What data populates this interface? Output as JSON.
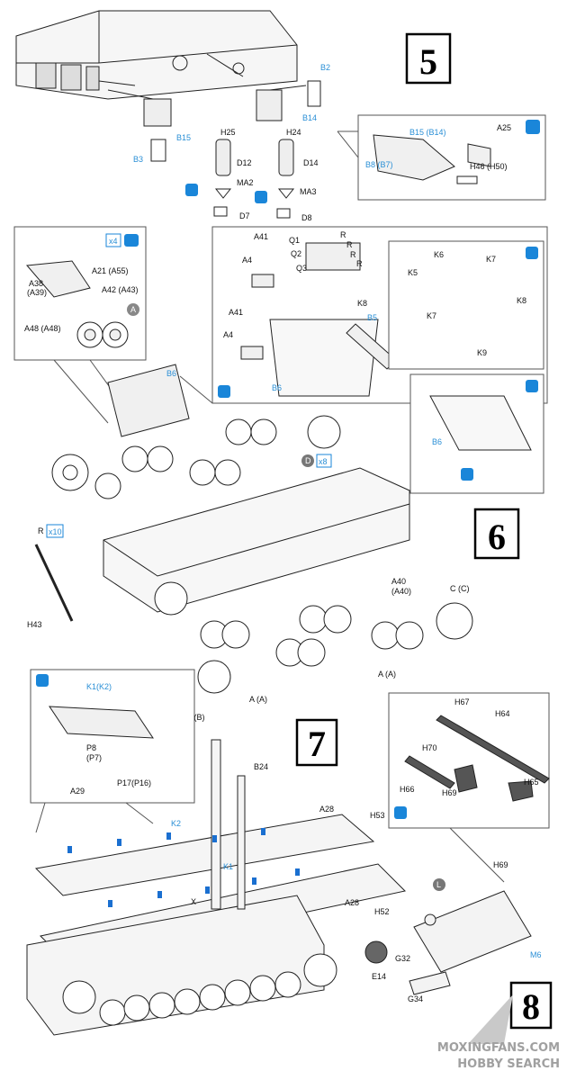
{
  "steps": {
    "s5": "5",
    "s6": "6",
    "s7": "7",
    "s8": "8"
  },
  "step5": {
    "parts": [
      "B2",
      "B14",
      "B15",
      "B3",
      "H25",
      "H24",
      "D12",
      "D14",
      "MA2",
      "MA3",
      "D7",
      "D8"
    ],
    "inset": {
      "b15b14": "B15 (B14)",
      "a25": "A25",
      "b8b7": "B8 (B7)",
      "h46h50": "H46 (H50)"
    }
  },
  "step6": {
    "left_inset": {
      "x4": "x4",
      "a21": "A21 (A55)",
      "a38": "A38",
      "a39": "(A39)",
      "a42": "A42 (A43)",
      "a48": "A48 (A48)",
      "a": "A"
    },
    "center_inset": {
      "a41a": "A41",
      "a4a": "A4",
      "q1": "Q1",
      "q2": "Q2",
      "q3": "Q3",
      "r1": "R",
      "r2": "R",
      "r3": "R",
      "r4": "R",
      "k8": "K8",
      "b5": "B5",
      "a41b": "A41",
      "a4b": "A4",
      "b6": "B6"
    },
    "right_inset": {
      "k6": "K6",
      "k5": "K5",
      "k7a": "K7",
      "k7b": "K7",
      "k8": "K8",
      "k9": "K9"
    },
    "b6_inset": {
      "b6": "B6"
    },
    "main": {
      "b6": "B6",
      "d": "D",
      "x8": "x8",
      "r": "R",
      "x10": "x10",
      "h43": "H43",
      "a40": "A40",
      "a40b": "(A40)",
      "c": "C (C)",
      "aa1": "A (A)",
      "aa2": "A (A)",
      "bb": "B (B)"
    }
  },
  "step7": {
    "left_inset": {
      "k1k2": "K1(K2)",
      "p8": "P8",
      "p7": "(P7)",
      "p17": "P17(P16)",
      "a29": "A29"
    },
    "main": {
      "b24": "B24",
      "a28a": "A28",
      "h53": "H53",
      "k2": "K2",
      "k1": "K1",
      "x": "X",
      "a28b": "A28",
      "h52": "H52"
    }
  },
  "step8": {
    "inset": {
      "h67": "H67",
      "h64": "H64",
      "h70": "H70",
      "h66": "H66",
      "h69": "H69",
      "h65": "H65"
    },
    "main": {
      "h69": "H69",
      "l": "L",
      "g32": "G32",
      "e14": "E14",
      "g34": "G34",
      "m6": "M6"
    }
  },
  "watermark": {
    "line1": "MOXINGFANS.COM",
    "line2": "HOBBY SEARCH"
  }
}
